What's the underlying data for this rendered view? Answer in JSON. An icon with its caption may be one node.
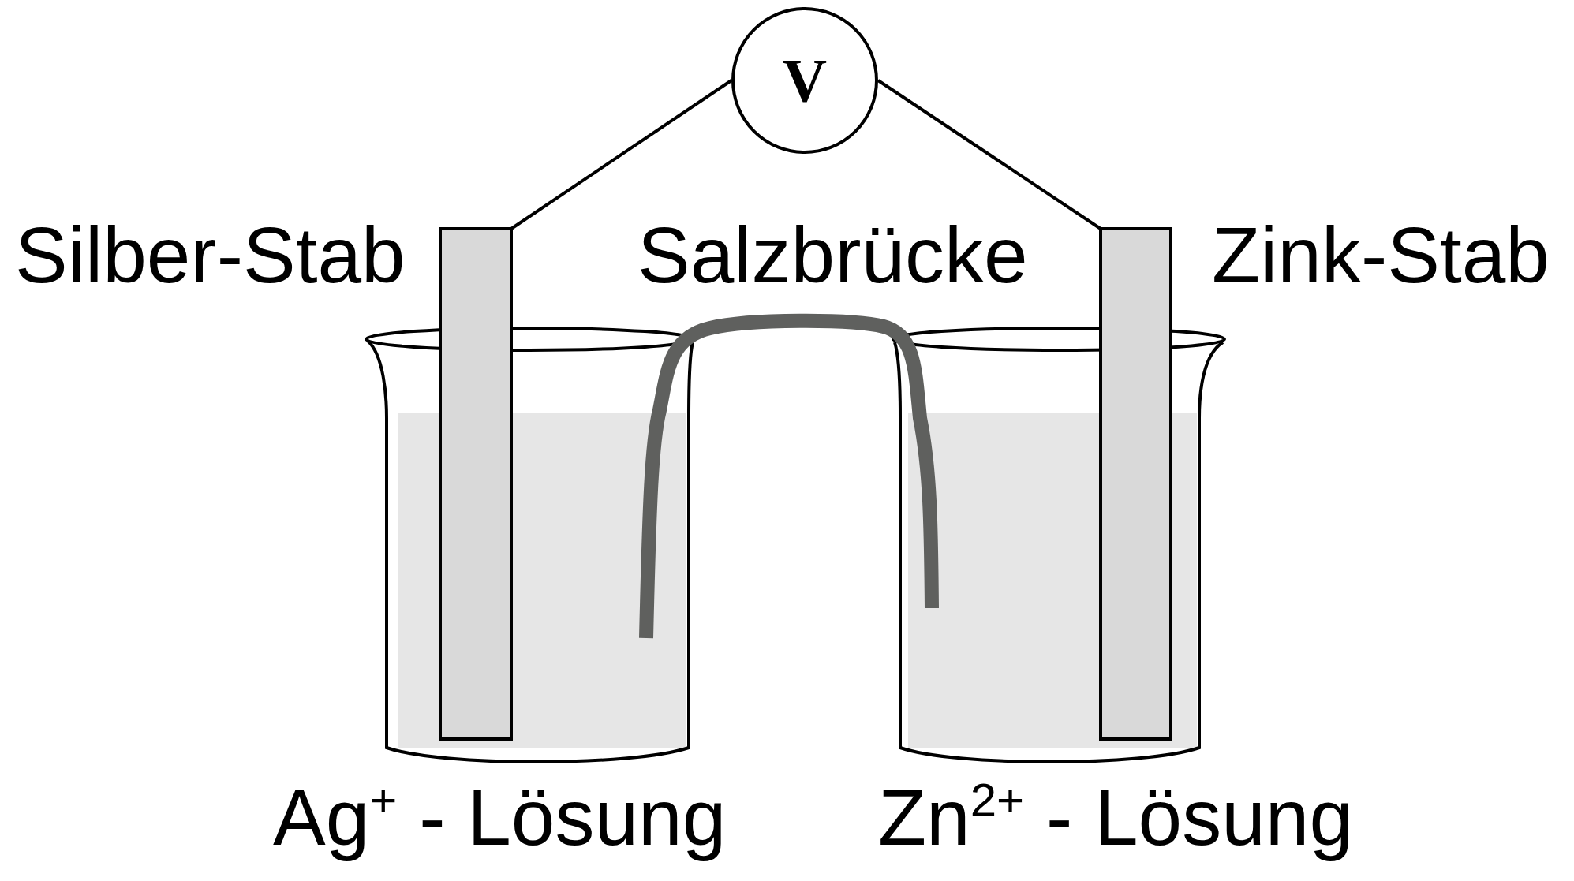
{
  "diagram": {
    "nodes": [
      {
        "text": [
          "V"
        ]
      },
      {
        "text": [],
        "shape": "bar",
        "beside": [
          "Silber-Stab"
        ]
      },
      {
        "text": [],
        "shape": "bar",
        "beside": [
          "Zink-Stab"
        ]
      }
    ],
    "edges": [
      {
        "from": 0,
        "to": 1,
        "arrow": "none"
      },
      {
        "from": 0,
        "to": 2,
        "arrow": "none"
      }
    ],
    "labels": [
      "Salzbrücke",
      "Ag$^{+}$ - Lösung",
      "Zn$^{2+}$ - Lösung"
    ]
  }
}
